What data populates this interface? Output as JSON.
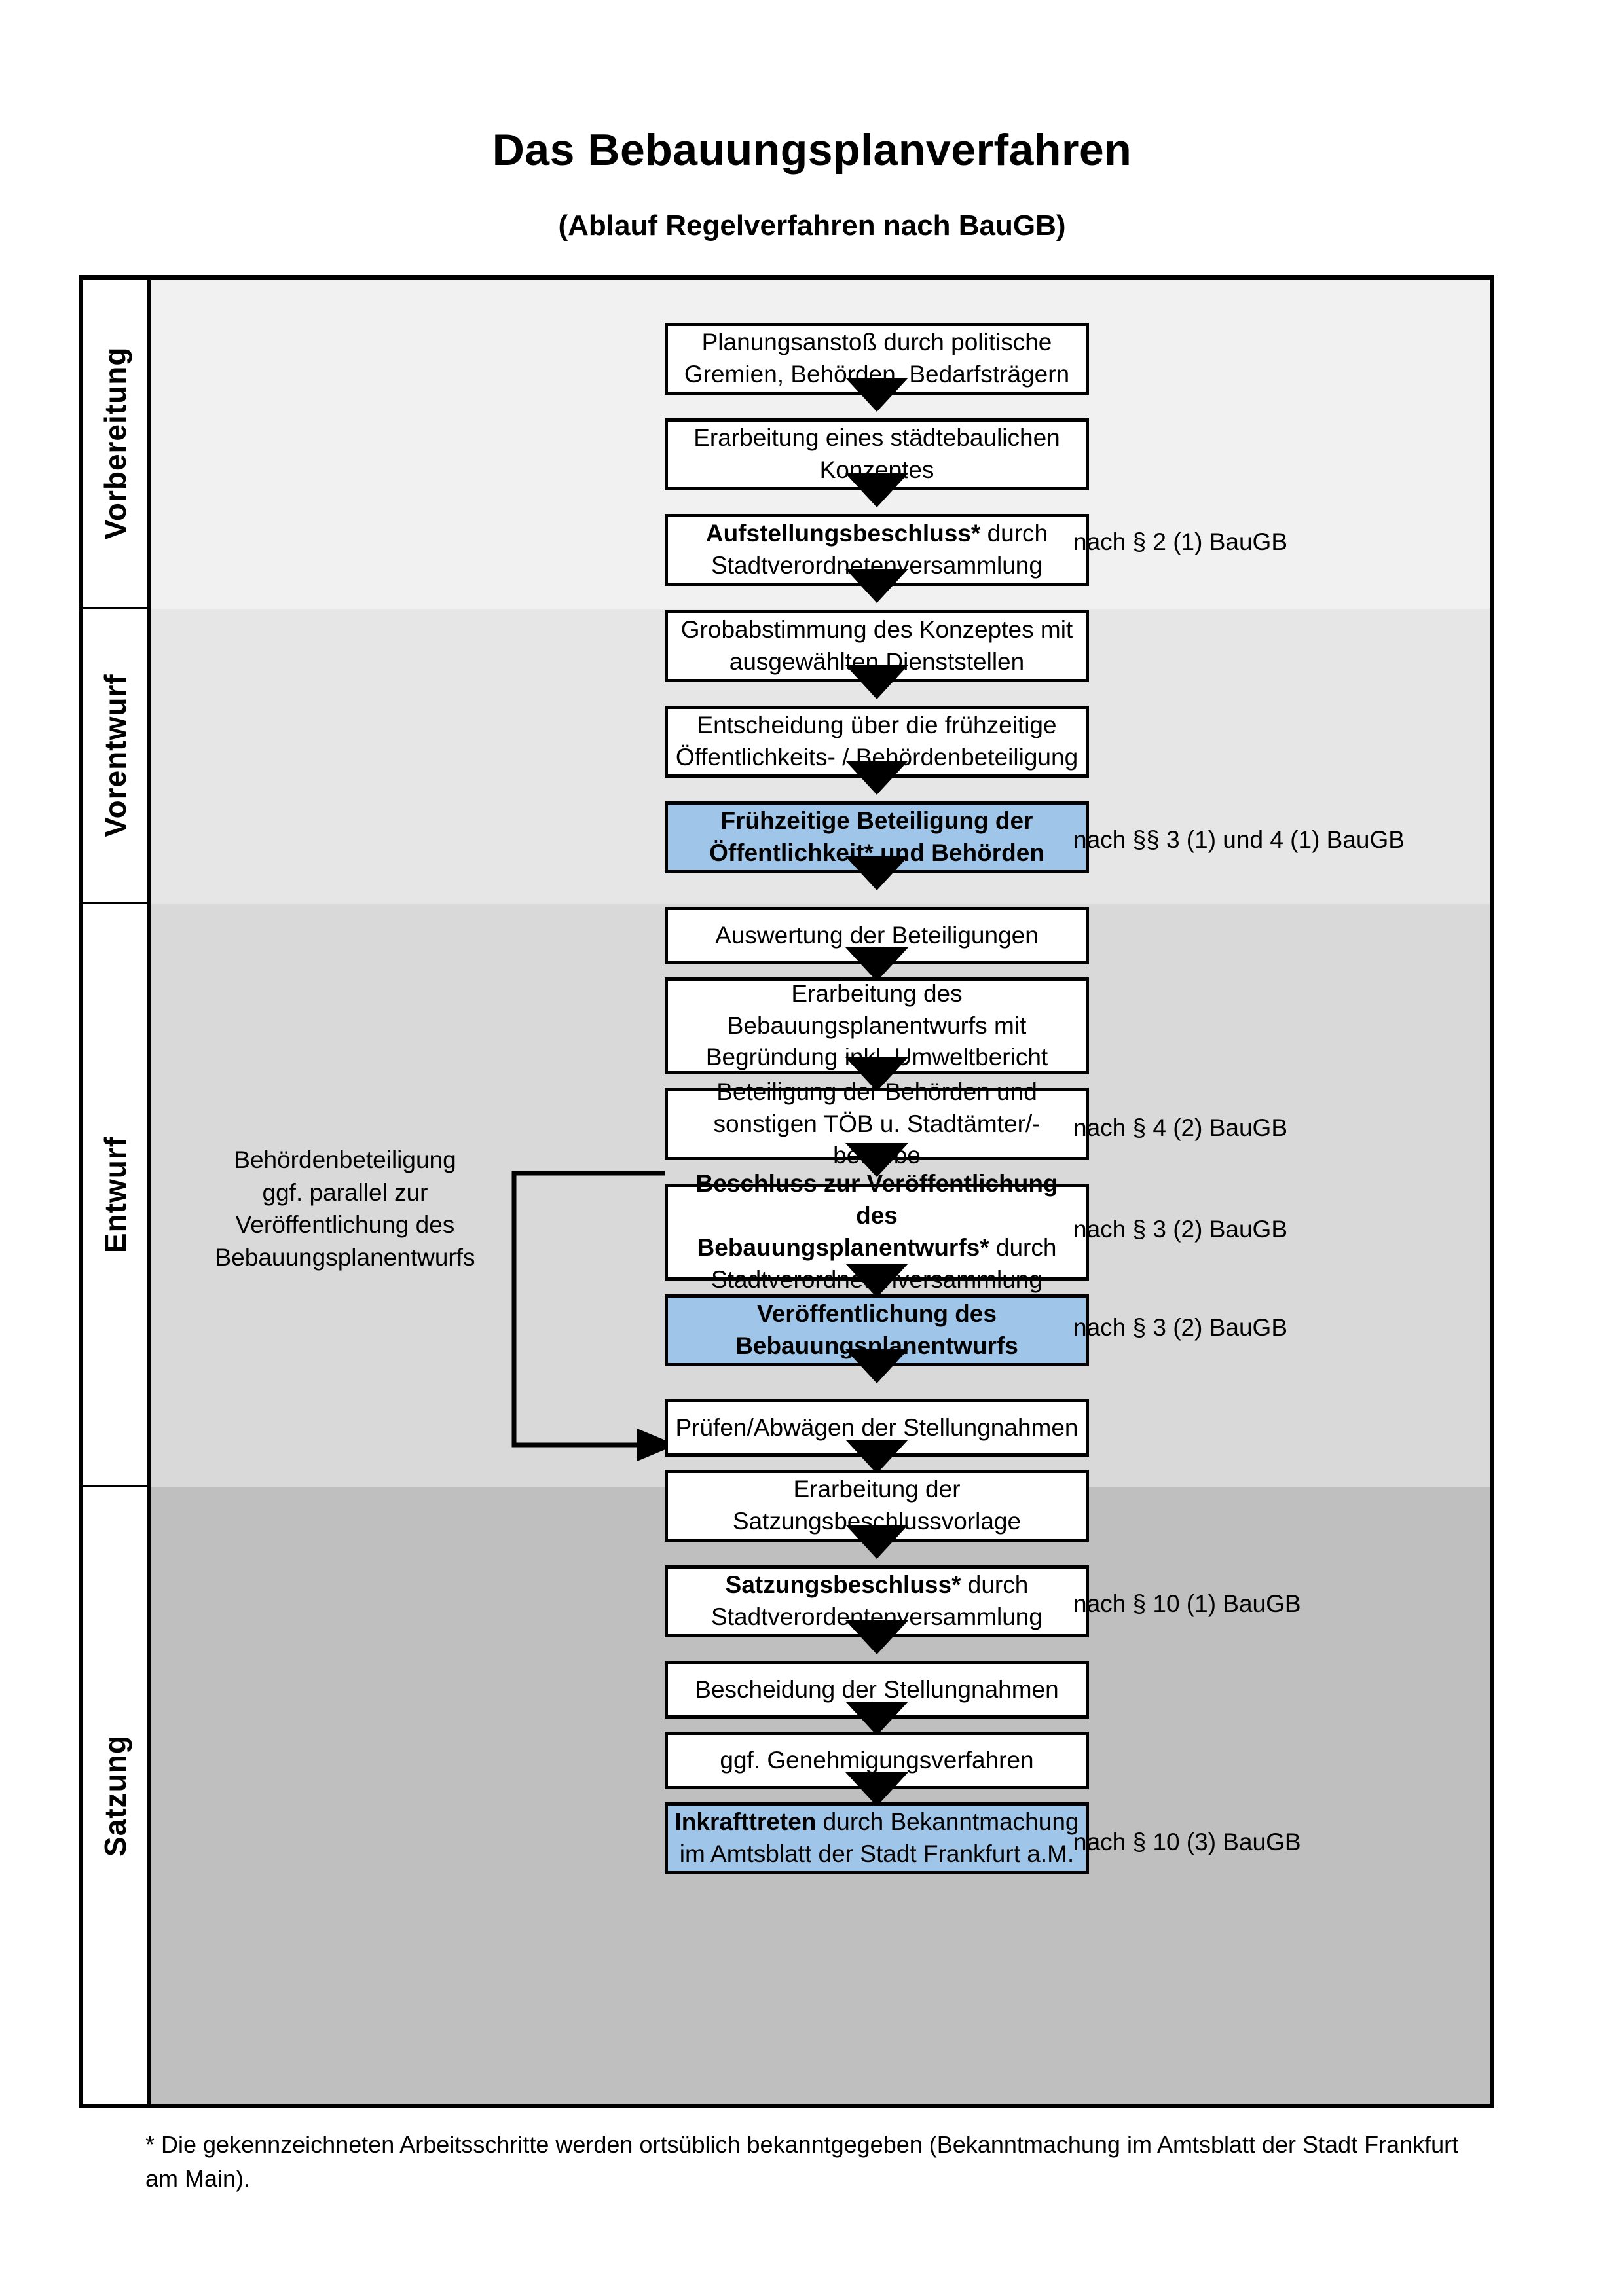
{
  "title": "Das Bebauungsplanverfahren",
  "subtitle": "(Ablauf Regelverfahren nach BauGB)",
  "phases": [
    {
      "label": "Vorbereitung",
      "band_color": "#f1f1f1"
    },
    {
      "label": "Vorentwurf",
      "band_color": "#e6e6e6"
    },
    {
      "label": "Entwurf",
      "band_color": "#d9d9d9"
    },
    {
      "label": "Satzung",
      "band_color": "#bfbfbf"
    }
  ],
  "steps": [
    {
      "id": "planungsanstoss",
      "lines": [
        "Planungsanstoß durch politische",
        "Gremien, Behörden, Bedarfsträgern"
      ],
      "bold": [],
      "highlight": false
    },
    {
      "id": "konzept",
      "lines": [
        "Erarbeitung eines städtebaulichen",
        "Konzeptes"
      ],
      "bold": [],
      "highlight": false
    },
    {
      "id": "aufstellungsbeschluss",
      "lines": [
        "Aufstellungsbeschluss* durch",
        "Stadtverordnetenversammlung"
      ],
      "bold": [
        "Aufstellungsbeschluss*"
      ],
      "highlight": false
    },
    {
      "id": "grobabstimmung",
      "lines": [
        "Grobabstimmung des Konzeptes mit",
        "ausgewählten Dienststellen"
      ],
      "bold": [],
      "highlight": false
    },
    {
      "id": "entscheidung",
      "lines": [
        "Entscheidung über die frühzeitige",
        "Öffentlichkeits- / Behördenbeteiligung"
      ],
      "bold": [],
      "highlight": false
    },
    {
      "id": "fruehzeitige",
      "lines": [
        "Frühzeitige Beteiligung der",
        "Öffentlichkeit* und Behörden"
      ],
      "bold": [
        "all"
      ],
      "highlight": true
    },
    {
      "id": "auswertung",
      "lines": [
        "Auswertung der Beteiligungen"
      ],
      "bold": [],
      "highlight": false
    },
    {
      "id": "entwurf-erarbeitung",
      "lines": [
        "Erarbeitung des",
        "Bebauungsplanentwurfs mit",
        "Begründung inkl. Umweltbericht"
      ],
      "bold": [],
      "highlight": false
    },
    {
      "id": "behoerdenbeteiligung",
      "lines": [
        "Beteiligung der Behörden und",
        "sonstigen TÖB u. Stadtämter/-betriebe"
      ],
      "bold": [],
      "highlight": false
    },
    {
      "id": "beschluss-veroeff",
      "lines": [
        "Beschluss zur Veröffentlichung des",
        "Bebauungsplanentwurfs* durch",
        "Stadtverordnetenversammlung"
      ],
      "bold": [
        "Beschluss zur Veröffentlichung des",
        "Bebauungsplanentwurfs*"
      ],
      "highlight": false
    },
    {
      "id": "veroeffentlichung",
      "lines": [
        "Veröffentlichung des",
        "Bebauungsplanentwurfs"
      ],
      "bold": [
        "all"
      ],
      "highlight": true
    },
    {
      "id": "pruefen",
      "lines": [
        "Prüfen/Abwägen der Stellungnahmen"
      ],
      "bold": [],
      "highlight": false
    },
    {
      "id": "satzungsvorlage",
      "lines": [
        "Erarbeitung der",
        "Satzungsbeschlussvorlage"
      ],
      "bold": [],
      "highlight": false
    },
    {
      "id": "satzungsbeschluss",
      "lines": [
        "Satzungsbeschluss* durch",
        "Stadtverordentenversammlung"
      ],
      "bold": [
        "Satzungsbeschluss*"
      ],
      "highlight": false
    },
    {
      "id": "bescheidung",
      "lines": [
        "Bescheidung der Stellungnahmen"
      ],
      "bold": [],
      "highlight": false
    },
    {
      "id": "genehmigung",
      "lines": [
        "ggf. Genehmigungsverfahren"
      ],
      "bold": [],
      "highlight": false
    },
    {
      "id": "inkrafttreten",
      "lines": [
        "Inkrafttreten durch Bekanntmachung",
        "im Amtsblatt der Stadt Frankfurt a.M."
      ],
      "bold": [
        "Inkrafttreten"
      ],
      "highlight": true
    }
  ],
  "legal_refs": [
    {
      "id": "ref-par2",
      "text": "nach § 2 (1) BauGB"
    },
    {
      "id": "ref-par3-4",
      "text": "nach §§ 3 (1) und 4 (1) BauGB"
    },
    {
      "id": "ref-par4-2",
      "text": "nach § 4 (2) BauGB"
    },
    {
      "id": "ref-par3-2a",
      "text": "nach § 3 (2) BauGB"
    },
    {
      "id": "ref-par3-2b",
      "text": "nach § 3 (2) BauGB"
    },
    {
      "id": "ref-par10-1",
      "text": "nach § 10 (1) BauGB"
    },
    {
      "id": "ref-par10-3",
      "text": "nach § 10 (3) BauGB"
    }
  ],
  "sidenote": "Behördenbeteiligung\nggf. parallel zur\nVeröffentlichung des\nBebauungsplanentwurfs",
  "footnote": "* Die gekennzeichneten Arbeitsschritte werden ortsüblich bekanntgegeben (Bekanntmachung im Amtsblatt  der Stadt Frankfurt am Main).",
  "colors": {
    "highlight_blue": "#9fc5e8",
    "border_black": "#000000",
    "band_1": "#f1f1f1",
    "band_2": "#e6e6e6",
    "band_3": "#d9d9d9",
    "band_4": "#bfbfbf"
  }
}
